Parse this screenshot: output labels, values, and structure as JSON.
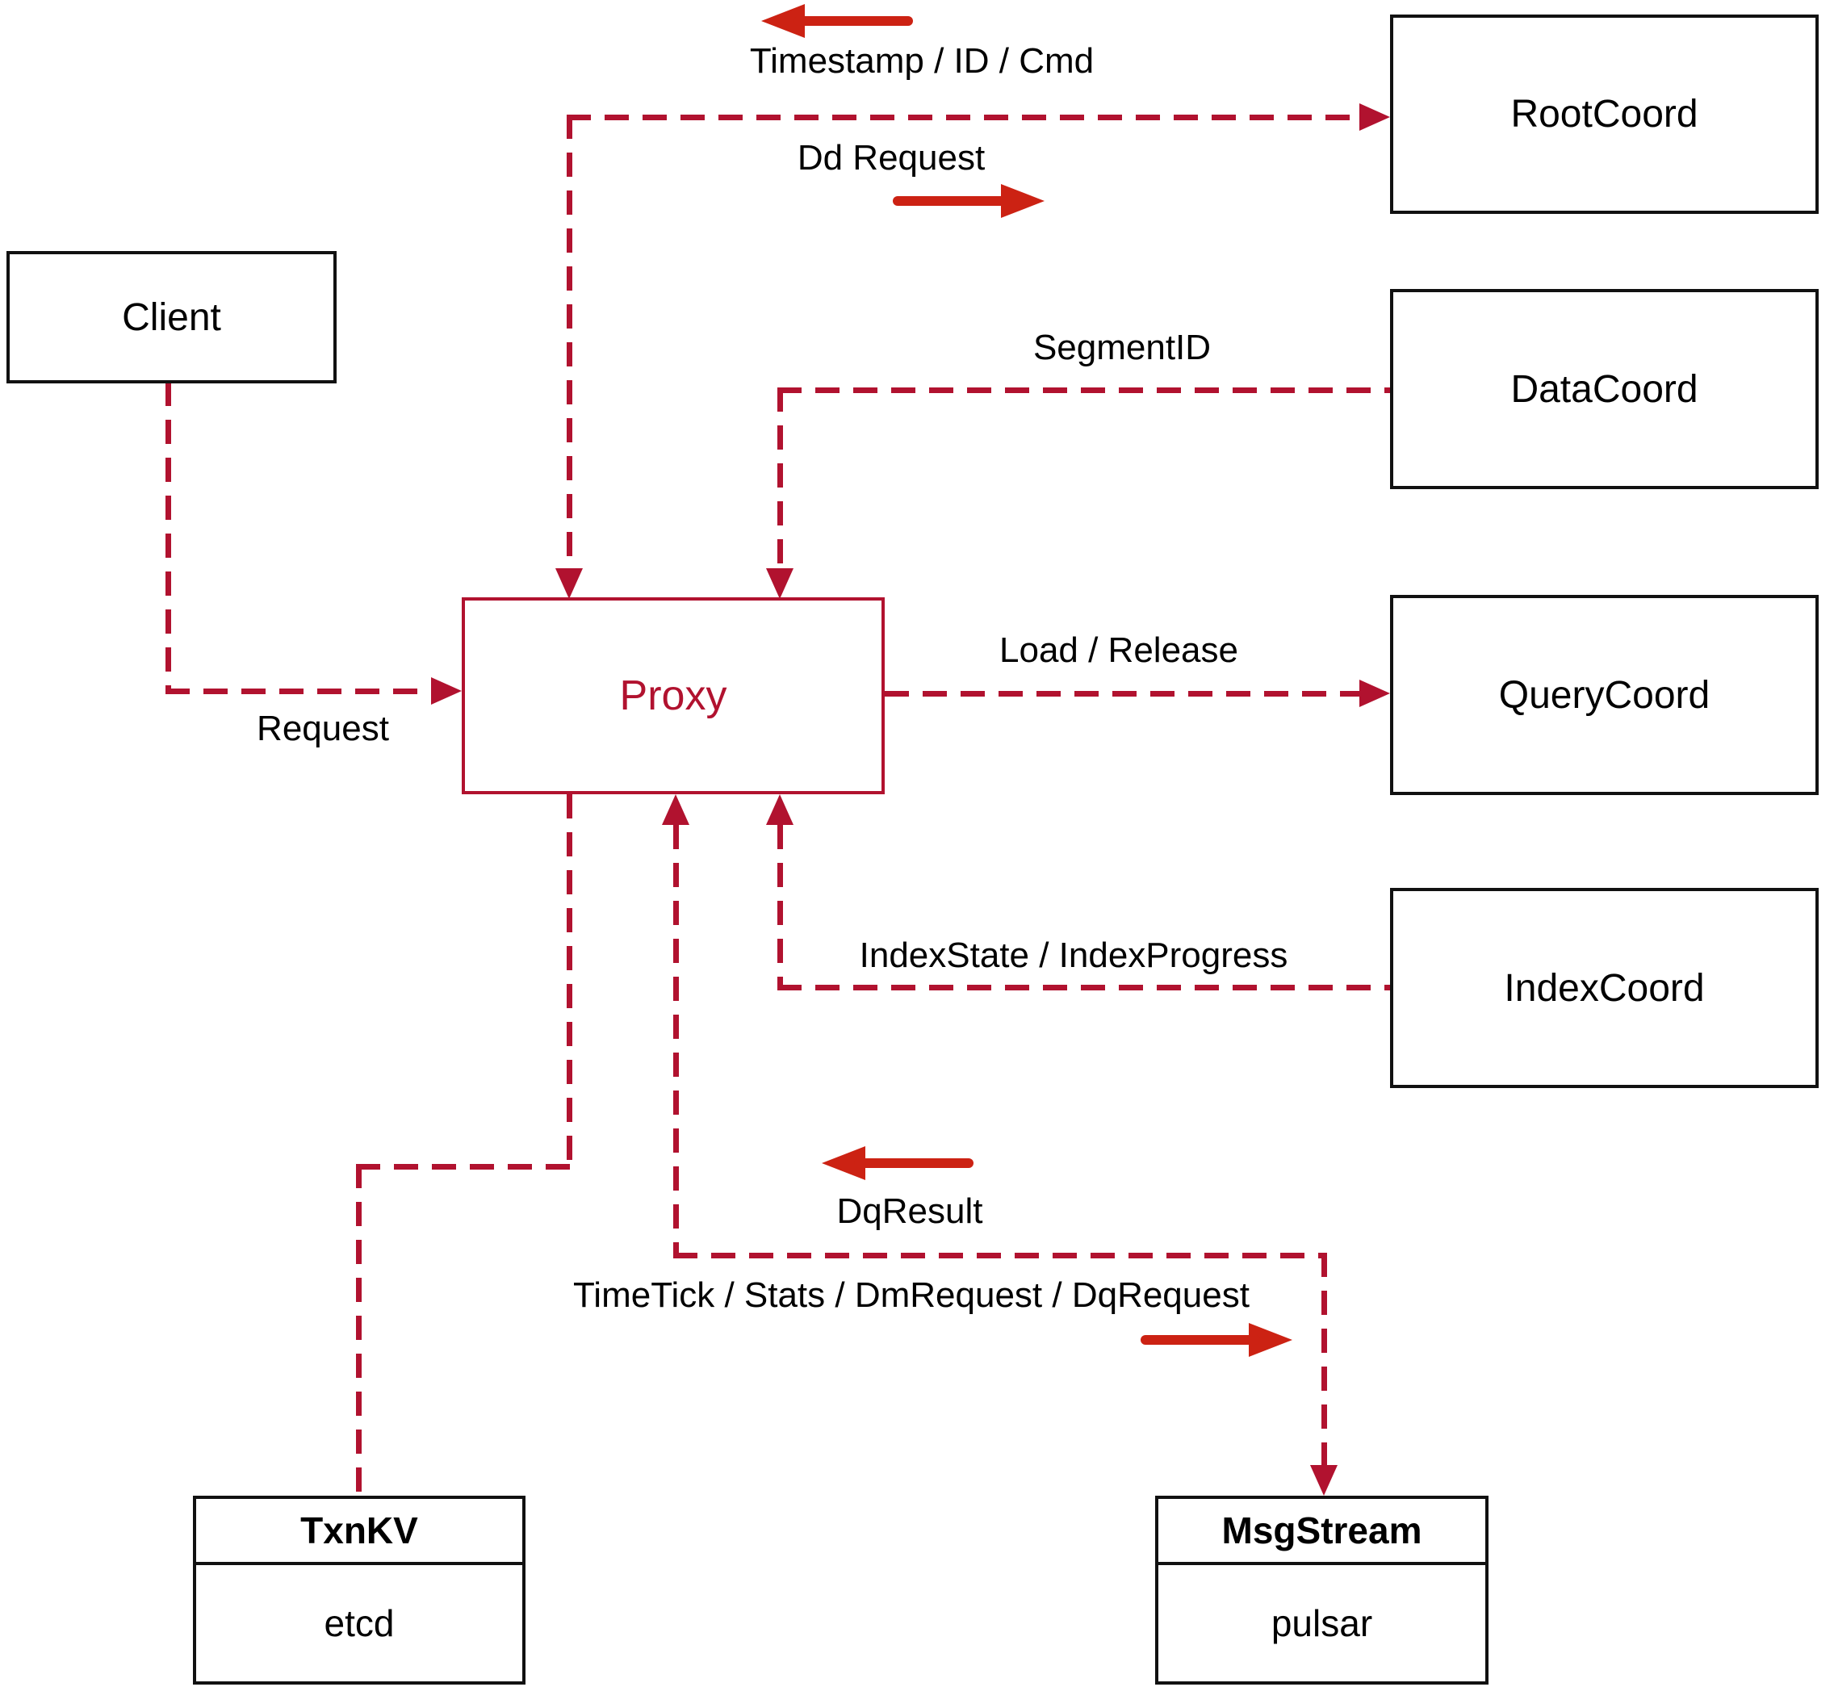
{
  "diagram": {
    "nodes": {
      "client": {
        "label": "Client"
      },
      "proxy": {
        "label": "Proxy"
      },
      "rootcoord": {
        "label": "RootCoord"
      },
      "datacoord": {
        "label": "DataCoord"
      },
      "querycoord": {
        "label": "QueryCoord"
      },
      "indexcoord": {
        "label": "IndexCoord"
      },
      "txnkv": {
        "title": "TxnKV",
        "implementation": "etcd"
      },
      "msgstream": {
        "title": "MsgStream",
        "implementation": "pulsar"
      }
    },
    "edges": {
      "proxy_rootcoord": {
        "response_label": "Timestamp / ID / Cmd",
        "request_label": "Dd Request"
      },
      "datacoord_proxy": {
        "label": "SegmentID"
      },
      "client_proxy": {
        "label": "Request"
      },
      "proxy_querycoord": {
        "label": "Load / Release"
      },
      "indexcoord_proxy": {
        "label": "IndexState / IndexProgress"
      },
      "proxy_msgstream": {
        "response_label": "DqResult",
        "request_label": "TimeTick / Stats / DmRequest / DqRequest"
      }
    },
    "colors": {
      "connector_red": "#b1122f",
      "direction_arrow_red": "#cc2213",
      "box_border_black": "#111111",
      "text_black": "#000000",
      "background": "#ffffff"
    }
  }
}
